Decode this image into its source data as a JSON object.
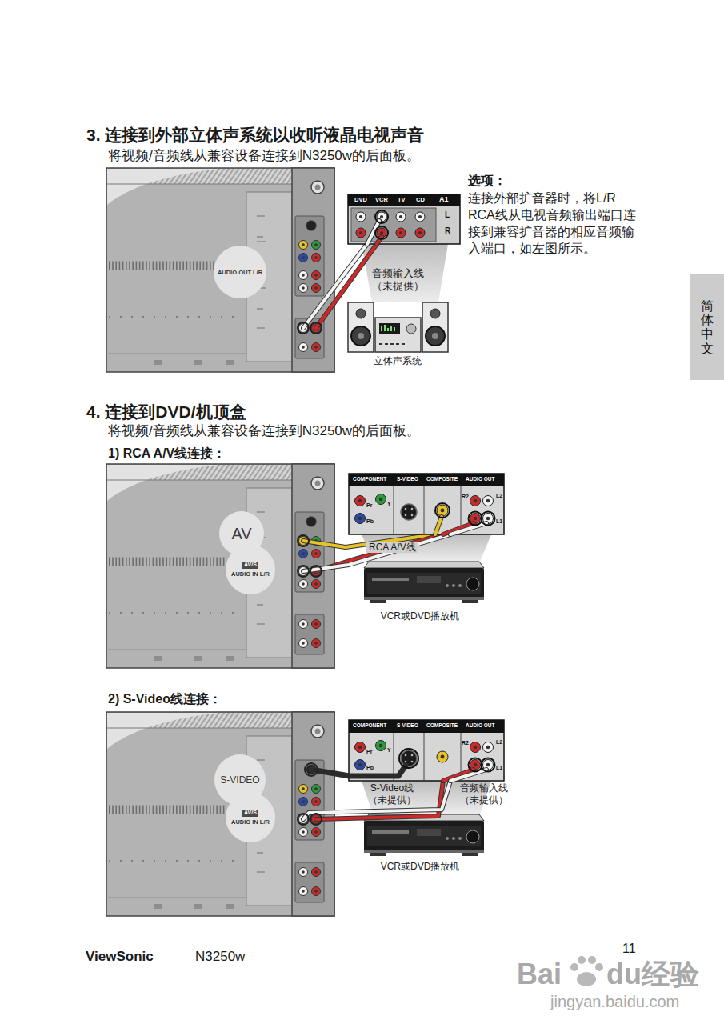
{
  "diagram": {
    "nodes": [
      {
        "text": [
          "AUDIO OUT L/R"
        ]
      },
      {
        "text": [
          "DVD",
          "VCR",
          "TV",
          "CD",
          "A1",
          "L",
          "R"
        ]
      },
      {
        "text": [
          "简体中文"
        ]
      },
      {
        "text": [
          "AV"
        ]
      },
      {
        "text": [
          "AV/S",
          "AUDIO IN L/R"
        ]
      },
      {
        "text": [
          "COMPONENT",
          "S-VIDEO",
          "COMPOSITE",
          "AUDIO OUT",
          "Pr",
          "Y",
          "Pb",
          "R2",
          "L2",
          "L1"
        ]
      },
      {
        "text": [
          "S-VIDEO"
        ]
      },
      {
        "text": [
          "AV/S",
          "AUDIO IN L/R"
        ]
      },
      {
        "text": [
          "COMPONENT",
          "S-VIDEO",
          "COMPOSITE",
          "AUDIO OUT",
          "Pr",
          "Y",
          "Pb",
          "R2",
          "L2",
          "L1"
        ]
      }
    ],
    "labels": [
      "3. 连接到外部立体声系统以收听液晶电视声音",
      "将视频/音频线从兼容设备连接到N3250w的后面板。",
      "选项：",
      "连接外部扩音器时，将L/R RCA线从电视音频输出端口连接到兼容扩音器的相应音频输入端口，如左图所示。",
      "音频输入线 （未提供）",
      "立体声系统",
      "4. 连接到DVD/机顶盒",
      "将视频/音频线从兼容设备连接到N3250w的后面板。",
      "1) RCA A/V线连接：",
      "RCA A/V线",
      "VCR或DVD播放机",
      "2) S-Video线连接：",
      "S-Video线 （未提供）",
      "音频输入线 （未提供）",
      "VCR或DVD播放机",
      "ViewSonic",
      "N3250w",
      "11",
      "Bai",
      "du经验",
      "jingyan.baidu.com"
    ]
  }
}
